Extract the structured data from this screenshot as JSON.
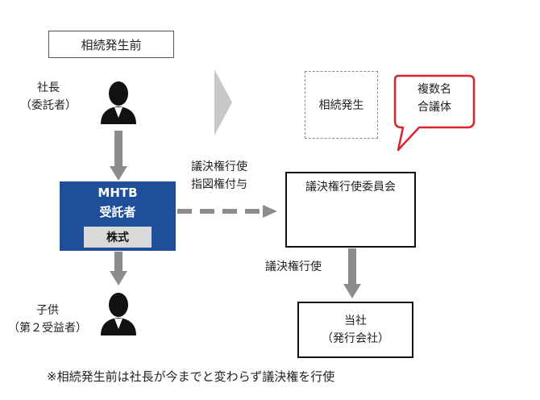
{
  "before_title": "相続発生前",
  "president": {
    "line1": "社長",
    "line2": "（委託者）"
  },
  "child": {
    "line1": "子供",
    "line2": "（第２受益者）"
  },
  "mhtb": {
    "line1": "MHTB",
    "line2": "受託者",
    "stock": "株式"
  },
  "inheritance_box": "相続発生",
  "callout": {
    "line1": "複数名",
    "line2": "合議体"
  },
  "voting_instruction": {
    "line1": "議決権行使",
    "line2": "指図権付与"
  },
  "committee_title": "議決権行使委員会",
  "exercise_label": "議決権行使",
  "company": {
    "line1": "当社",
    "line2": "（発行会社）"
  },
  "note": "※相続発生前は社長が今までと変わらず議決権を行使",
  "colors": {
    "mhtb_blue": "#1f4e9a",
    "callout_red": "#d9262c",
    "arrow_gray": "#8c8c8c",
    "chevron_gray": "#c8c8c8"
  }
}
